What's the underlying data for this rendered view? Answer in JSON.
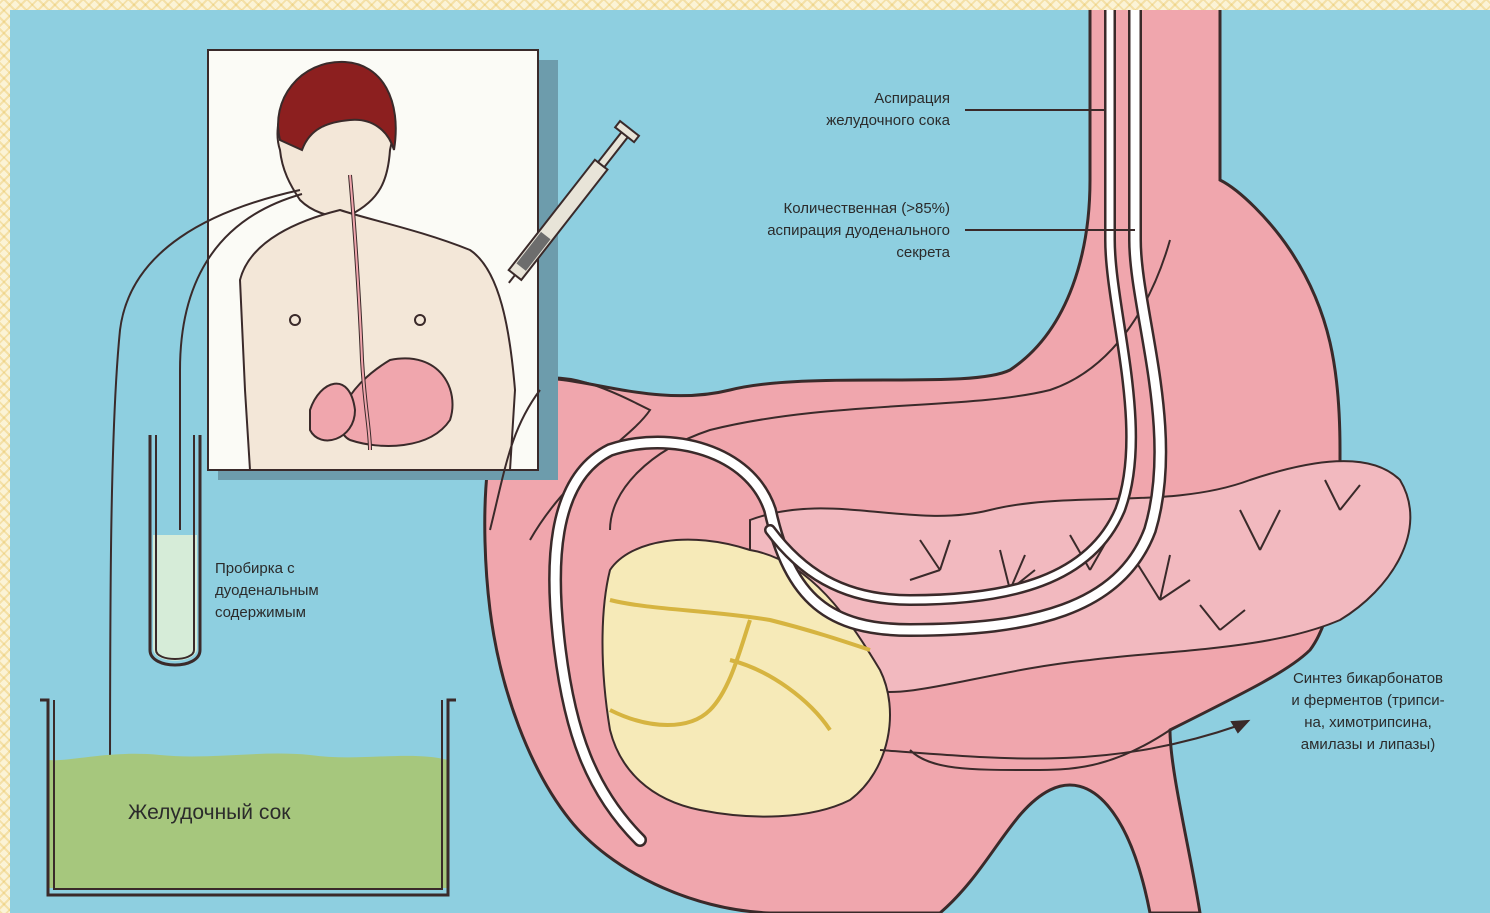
{
  "labels": {
    "aspiration_gastric": [
      "Аспирация",
      "желудочного сока"
    ],
    "aspiration_duodenal": [
      "Количественная (>85%)",
      "аспирация дуоденального",
      "секрета"
    ],
    "test_tube": [
      "Пробирка с",
      "дуоденальным",
      "содержимым"
    ],
    "gastric_juice": "Желудочный сок",
    "synthesis": [
      "Синтез бикарбонатов",
      "и ферментов (трипси-",
      "на, химотрипсина,",
      "амилазы и липазы)"
    ]
  },
  "colors": {
    "background": "#8ecfe0",
    "organ": "#f0a6ad",
    "organ_outline": "#3a2a2a",
    "pancreas": "#f2b9bf",
    "gland": "#f6eab8",
    "juice": "#a6c77d",
    "frame": "#f4d98e"
  }
}
